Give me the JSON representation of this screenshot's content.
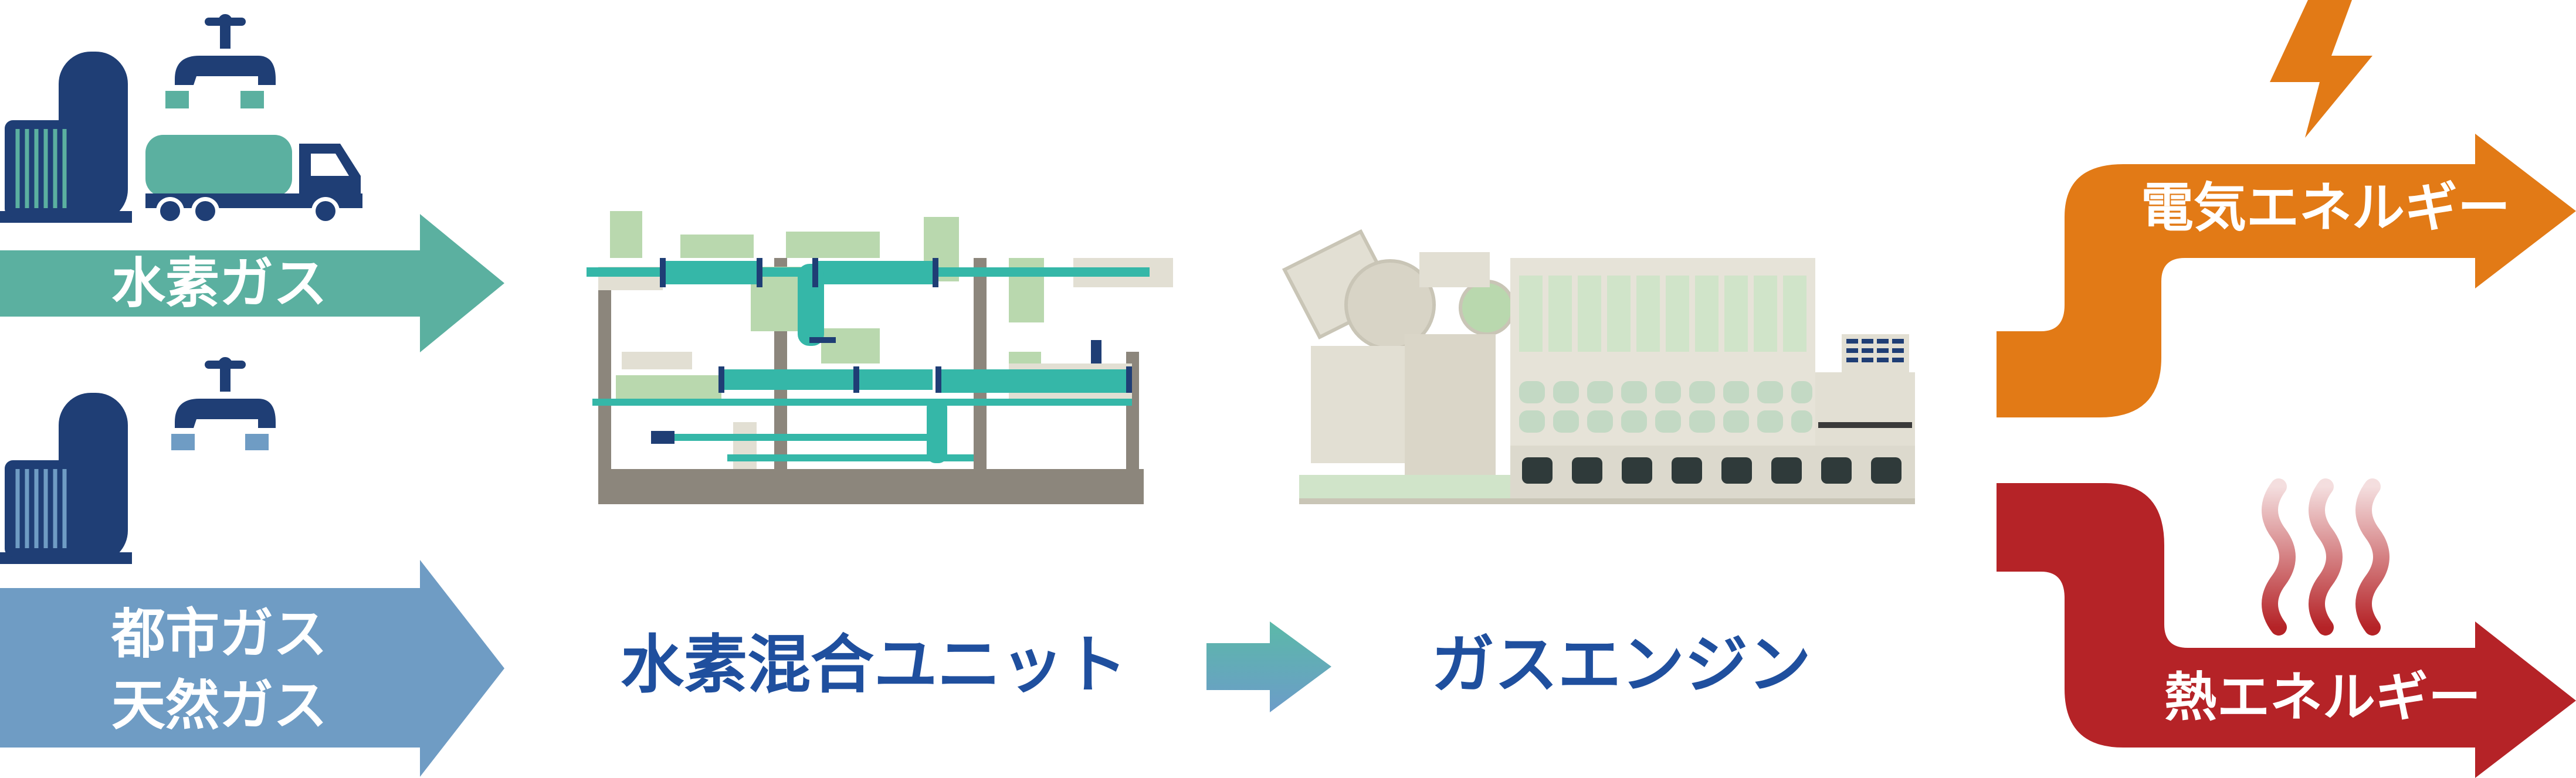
{
  "inputs": {
    "hydrogen": {
      "label": "水素ガス"
    },
    "city_gas": {
      "line1": "都市ガス",
      "line2": "天然ガス"
    }
  },
  "stages": {
    "mixing_unit": {
      "label": "水素混合ユニット"
    },
    "gas_engine": {
      "label": "ガスエンジン"
    }
  },
  "outputs": {
    "electric": {
      "label": "電気エネルギー"
    },
    "heat": {
      "label": "熱エネルギー"
    }
  },
  "colors": {
    "hydrogen_green": "#5bb0a0",
    "city_gas_blue": "#6f9cc4",
    "navy": "#1f3e75",
    "electric_orange": "#e27a16",
    "heat_red": "#b52327",
    "pipe_teal": "#35b7a8",
    "frame_gray": "#8c867c",
    "engine_beige": "#e2dfd3"
  },
  "icons": [
    "gas-tank-icon",
    "faucet-icon",
    "tanker-truck-icon",
    "lightning-icon",
    "heat-waves-icon"
  ]
}
